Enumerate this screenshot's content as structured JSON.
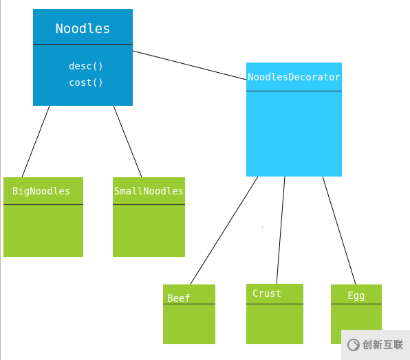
{
  "diagram": {
    "noodles": {
      "name": "Noodles",
      "methods": [
        "desc()",
        "cost()"
      ]
    },
    "decorator": {
      "name": "NoodlesDecorator"
    },
    "big_noodles": {
      "name": "BigNoodles"
    },
    "small_noodles": {
      "name": "SmallNoodles"
    },
    "beef": {
      "name": "Beef"
    },
    "crust": {
      "name": "Crust"
    },
    "egg": {
      "name": "Egg"
    }
  },
  "colors": {
    "base_class": "#0b97cb",
    "decorator_class": "#33ccff",
    "concrete_class": "#99cc33",
    "text": "#ffffff",
    "line": "#000000"
  },
  "watermark": {
    "text": "创新互联",
    "icon": "logo-icon"
  }
}
